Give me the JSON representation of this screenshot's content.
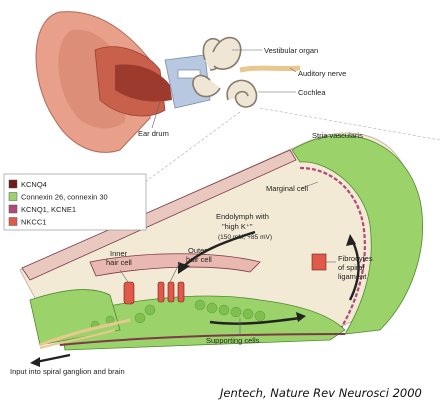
{
  "labels": {
    "vestibular_organ": "Vestibular organ",
    "auditory_nerve": "Auditory nerve",
    "cochlea": "Cochlea",
    "ear_drum": "Ear drum",
    "stria_vascularis": "Stria vascularis",
    "marginal_cell": "Marginal cell",
    "endolymph_line1": "Endolymph with",
    "endolymph_line2": "\"high K⁺\"",
    "endolymph_line3": "(150 mM, +85 mV)",
    "outer_hair_cell_line1": "Outer",
    "outer_hair_cell_line2": "hair cell",
    "inner_hair_cell_line1": "Inner",
    "inner_hair_cell_line2": "hair cell",
    "fibrocytes_line1": "Fibrocytes",
    "fibrocytes_line2": "of spiral",
    "fibrocytes_line3": "ligament",
    "supporting_cells": "Supporting cells",
    "input_spiral": "Input into spiral ganglion and brain"
  },
  "legend": [
    {
      "label": "KCNQ4",
      "color": "#6b1b1b"
    },
    {
      "label": "Connexin 26, connexin 30",
      "color": "#9bd36a"
    },
    {
      "label": "KCNQ1, KCNE1",
      "color": "#b04a7a"
    },
    {
      "label": "NKCC1",
      "color": "#e05a4a"
    }
  ],
  "credit": "Jentech, Nature Rev Neurosci 2000",
  "colors": {
    "ear_skin": "#e8a08a",
    "ear_canal": "#c8604c",
    "cell_green": "#9bd36a",
    "membrane": "#7a3a4a",
    "dark_cell": "#6b1b1b"
  }
}
